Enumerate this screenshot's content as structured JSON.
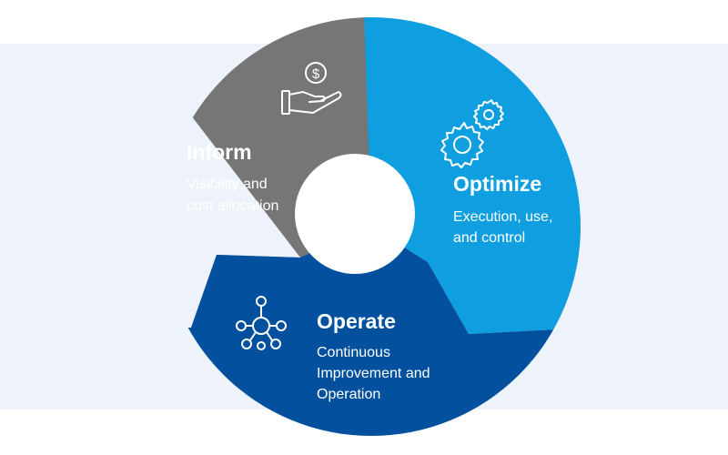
{
  "colors": {
    "background_band": "#eef2fb",
    "inform": "#767676",
    "optimize": "#0f9fe0",
    "operate": "#03519e",
    "center": "#ffffff",
    "text": "#ffffff"
  },
  "stages": [
    {
      "title": "Inform",
      "description_lines": [
        "Visibility and",
        "cost allocation"
      ],
      "icon": "hand-dollar-icon"
    },
    {
      "title": "Optimize",
      "description_lines": [
        "Execution, use,",
        "and control"
      ],
      "icon": "gears-icon"
    },
    {
      "title": "Operate",
      "description_lines": [
        "Continuous",
        "Improvement and",
        "Operation"
      ],
      "icon": "network-hub-icon"
    }
  ]
}
